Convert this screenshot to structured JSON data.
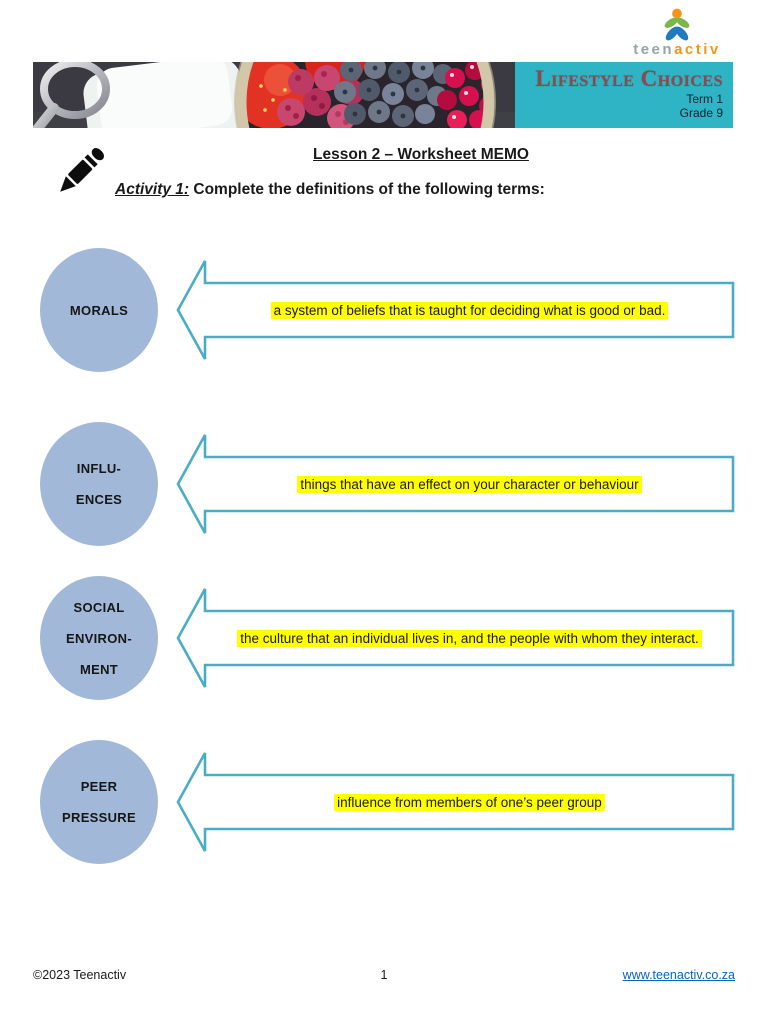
{
  "logo": {
    "brand_teen": "teen",
    "brand_activ": "activ",
    "icon": "teenactiv-figure-icon"
  },
  "banner": {
    "title": "Lifestyle Choices",
    "term": "Term 1",
    "grade": "Grade 9",
    "photo_description": "bowl of strawberries, raspberries, blueberries and cranberries with towel and skipping-rope handle"
  },
  "heading": {
    "title": "Lesson 2 – Worksheet MEMO"
  },
  "activity": {
    "label": "Activity 1:",
    "instruction": " Complete the definitions of the following terms:"
  },
  "terms": [
    {
      "label": "MORALS",
      "definition": "a system of beliefs that is taught for deciding what is good or bad."
    },
    {
      "label": "INFLU-\nENCES",
      "definition": "things that have an effect on your character or behaviour"
    },
    {
      "label": "SOCIAL\nENVIRON-\nMENT",
      "definition": "the culture that an individual lives in, and the people with whom they interact."
    },
    {
      "label": "PEER\nPRESSURE",
      "definition": "influence from members of one’s peer group"
    }
  ],
  "footer": {
    "copyright": "©2023 Teenactiv",
    "page_number": "1",
    "website": "www.teenactiv.co.za"
  },
  "colors": {
    "teal_band": "#2eb4c5",
    "banner_title": "#8b4a50",
    "circle_fill": "#a2b8d8",
    "arrow_border": "#4bacc6",
    "highlight": "#ffff00",
    "link": "#0563c1",
    "logo_teen": "#96a4aa",
    "logo_activ": "#f7941d"
  }
}
